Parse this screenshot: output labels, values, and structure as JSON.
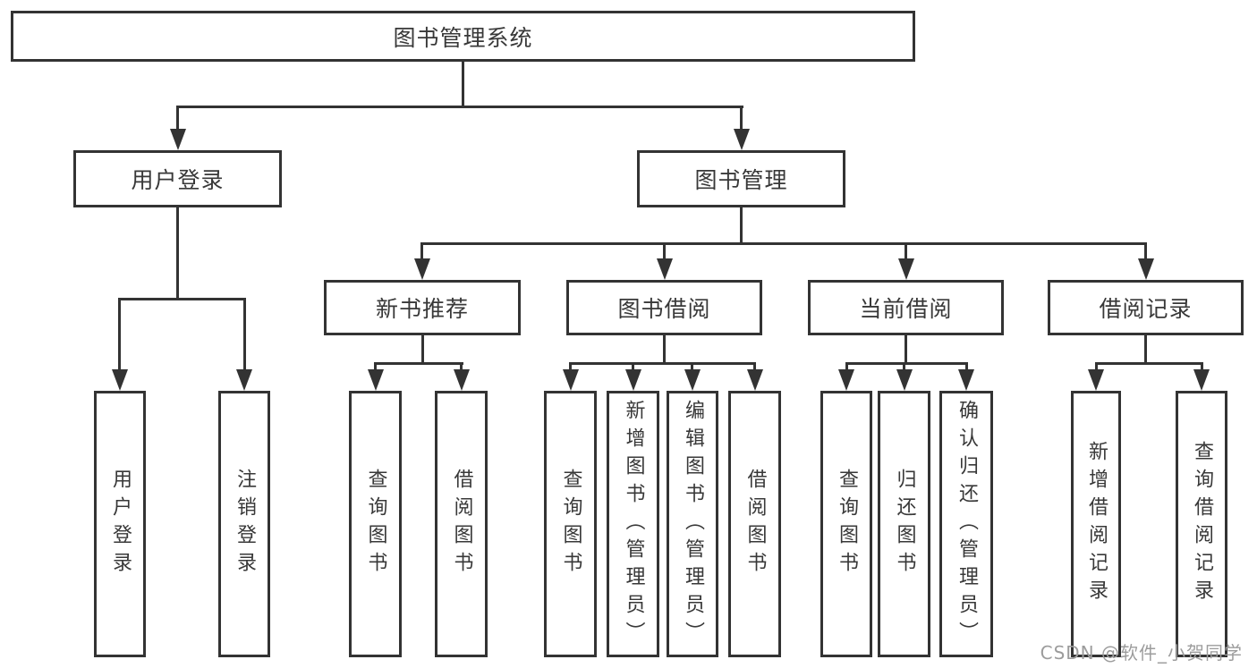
{
  "tree": {
    "root": {
      "label": "图书管理系统"
    },
    "user_login": {
      "label": "用户登录",
      "children": [
        {
          "label": "用户登录"
        },
        {
          "label": "注销登录"
        }
      ]
    },
    "book_management": {
      "label": "图书管理",
      "sections": [
        {
          "label": "新书推荐",
          "children": [
            {
              "label": "查询图书"
            },
            {
              "label": "借阅图书"
            }
          ]
        },
        {
          "label": "图书借阅",
          "children": [
            {
              "label": "查询图书"
            },
            {
              "label": "新增图书（管理员）"
            },
            {
              "label": "编辑图书（管理员）"
            },
            {
              "label": "借阅图书"
            }
          ]
        },
        {
          "label": "当前借阅",
          "children": [
            {
              "label": "查询图书"
            },
            {
              "label": "归还图书"
            },
            {
              "label": "确认归还（管理员）"
            }
          ]
        },
        {
          "label": "借阅记录",
          "children": [
            {
              "label": "新增借阅记录"
            },
            {
              "label": "查询借阅记录"
            }
          ]
        }
      ]
    }
  },
  "watermark": {
    "text": "CSDN @软件_小贺同学"
  },
  "colors": {
    "line": "#333333",
    "text": "#383838",
    "background": "#ffffff",
    "watermark": "#9c9c9c"
  }
}
